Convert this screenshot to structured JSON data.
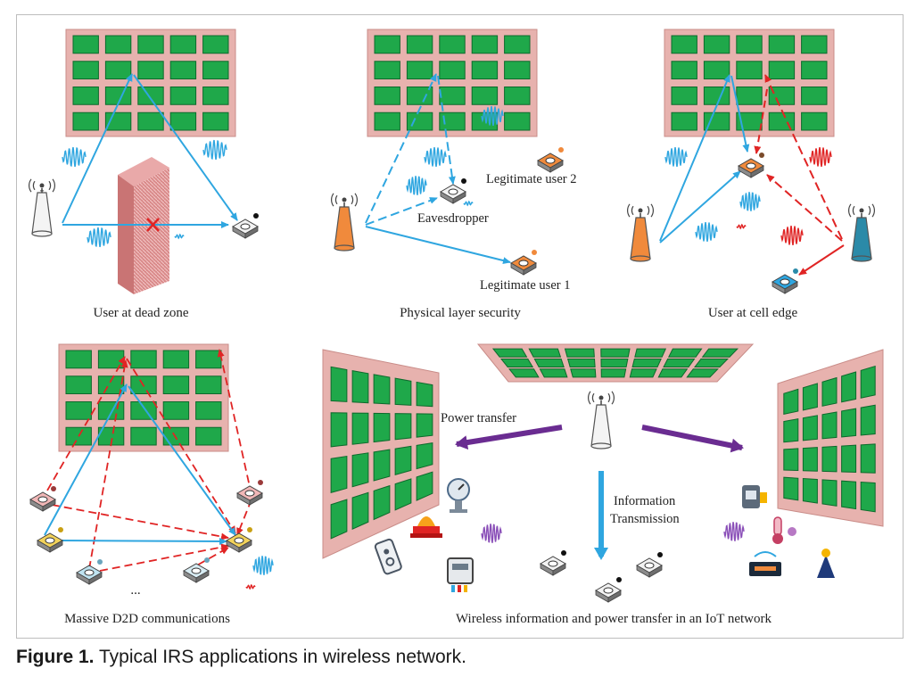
{
  "panels": {
    "dead_zone": {
      "caption": "User at dead zone"
    },
    "security": {
      "caption": "Physical layer security",
      "legit_user_2": "Legitimate user 2",
      "eavesdropper": "Eavesdropper",
      "legit_user_1": "Legitimate user 1"
    },
    "cell_edge": {
      "caption": "User at cell edge"
    },
    "d2d": {
      "caption": "Massive D2D communications",
      "ellipsis": "..."
    },
    "iot": {
      "caption": "Wireless information and power transfer in an IoT network",
      "power_transfer": "Power transfer",
      "info_line1": "Information",
      "info_line2": "Transmission"
    }
  },
  "figure_caption": {
    "label": "Figure 1.",
    "text": "Typical IRS applications in wireless network."
  },
  "colors": {
    "irs_frame": "#e7b2ae",
    "irs_element": "#1fa84a",
    "blue_link": "#2fa6e0",
    "red_link": "#e02424",
    "purple_arrow": "#6a2c91",
    "orange_bs": "#f08a3c",
    "teal_bs": "#2b8aa8"
  }
}
